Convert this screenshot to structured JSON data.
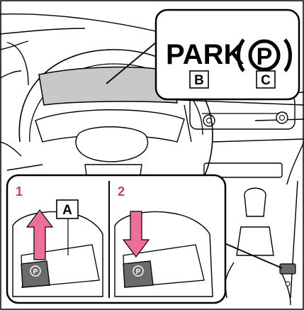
{
  "callout": {
    "park_text": "PARK",
    "p_symbol": "P",
    "label_b": "B",
    "label_c": "C"
  },
  "switch_panel": {
    "step1": "1",
    "step2": "2",
    "label_a": "A",
    "switch_p_symbol": "P"
  },
  "colors": {
    "outline": "#000000",
    "callout_fill": "#ffffff",
    "cluster_fill": "#c8c8c8",
    "arrow_pink": "#ee6f9b",
    "step_num_color": "#d23c6e",
    "switch_dark": "#6b6b6b"
  }
}
